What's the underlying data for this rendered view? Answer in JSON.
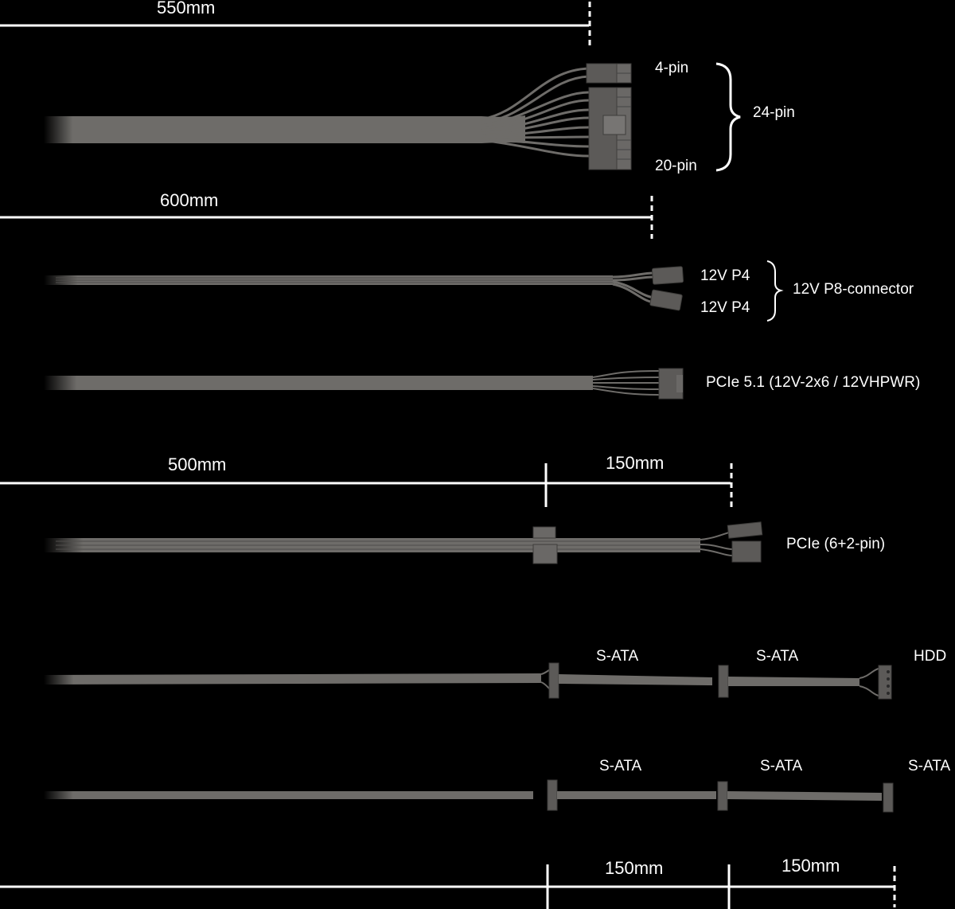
{
  "colors": {
    "background": "#000000",
    "cable": "#6e6c69",
    "cable_dark": "#4f4d4b",
    "connector": "#5c5a58",
    "text": "#ffffff",
    "dimension_line": "#ffffff"
  },
  "dimensions": {
    "d550": "550mm",
    "d600": "600mm",
    "d500": "500mm",
    "d150_pcie": "150mm",
    "d150_sata_a": "150mm",
    "d150_sata_b": "150mm"
  },
  "cables": {
    "atx": {
      "label_4pin": "4-pin",
      "label_20pin": "20-pin",
      "label_24pin": "24-pin"
    },
    "cpu": {
      "label_p4_top": "12V P4",
      "label_p4_bottom": "12V P4",
      "label_p8": "12V P8-connector"
    },
    "pcie5": {
      "label": "PCIe 5.1 (12V-2x6 / 12VHPWR)"
    },
    "pcie": {
      "label": "PCIe (6+2-pin)"
    },
    "sata_hdd": {
      "label_1": "S-ATA",
      "label_2": "S-ATA",
      "label_end": "HDD"
    },
    "sata": {
      "label_1": "S-ATA",
      "label_2": "S-ATA",
      "label_end": "S-ATA"
    }
  }
}
